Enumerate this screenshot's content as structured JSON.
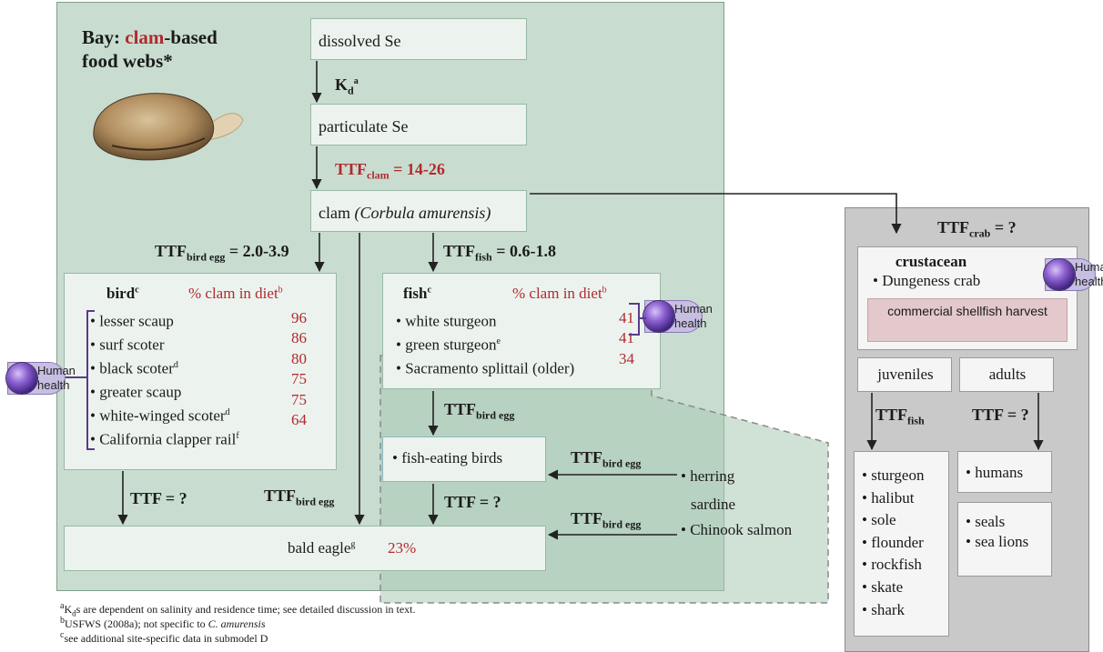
{
  "bay": {
    "title_line1_pre": "Bay: ",
    "title_line1_red": "clam",
    "title_line1_post": "-based",
    "title_line2": "food webs*"
  },
  "dissolved": "dissolved Se",
  "kd": {
    "base": "K",
    "sub": "d",
    "sup": "a"
  },
  "particulate": "particulate Se",
  "ttf_clam": {
    "base": "TTF",
    "sub": "clam",
    "value": " = 14-26"
  },
  "clam": {
    "label": "clam ",
    "species": "(Corbula amurensis)"
  },
  "ttf_bird_egg_main": {
    "base": "TTF",
    "sub": "bird egg",
    "value": " = 2.0-3.9"
  },
  "ttf_fish_main": {
    "base": "TTF",
    "sub": "fish",
    "value": " = 0.6-1.8"
  },
  "bird": {
    "header": "bird",
    "header_sup": "c",
    "diet_header": "% clam in diet",
    "diet_sup": "b",
    "items": [
      {
        "bullet": "• ",
        "name": "lesser scaup",
        "sup": ""
      },
      {
        "bullet": "• ",
        "name": "surf scoter",
        "sup": ""
      },
      {
        "bullet": "• ",
        "name": "black scoter",
        "sup": "d"
      },
      {
        "bullet": "• ",
        "name": "greater scaup",
        "sup": ""
      },
      {
        "bullet": "• ",
        "name": "white-winged scoter",
        "sup": "d"
      },
      {
        "bullet": "• ",
        "name": "California clapper rail",
        "sup": "f"
      }
    ],
    "values": [
      "96",
      "86",
      "80",
      "75",
      "75",
      "64"
    ]
  },
  "fish": {
    "header": "fish",
    "header_sup": "c",
    "diet_header": "% clam in diet",
    "diet_sup": "b",
    "items": [
      {
        "bullet": "• ",
        "name": "white sturgeon",
        "sup": ""
      },
      {
        "bullet": "• ",
        "name": "green sturgeon",
        "sup": "e"
      },
      {
        "bullet": "• ",
        "name": "Sacramento splittail (older)",
        "sup": ""
      }
    ],
    "values": [
      "41",
      "41",
      "34"
    ]
  },
  "ttf_bird_egg_center": {
    "base": "TTF",
    "sub": "bird egg"
  },
  "fish_eating_birds": "• fish-eating birds",
  "ttf_bird_egg_right1": {
    "base": "TTF",
    "sub": "bird egg"
  },
  "ttf_bird_egg_right2": {
    "base": "TTF",
    "sub": "bird egg"
  },
  "ttf_unknown_center": "TTF = ?",
  "ttf_unknown_left": "TTF = ?",
  "ttf_bird_egg_left": {
    "base": "TTF",
    "sub": "bird egg"
  },
  "forage_fish": [
    "• herring",
    "sardine",
    "• Chinook salmon"
  ],
  "bald_eagle": {
    "label": "bald eagle",
    "sup": "g",
    "value": "23%"
  },
  "human_health": {
    "line1": "Human",
    "line2": "health"
  },
  "crab": {
    "ttf": {
      "base": "TTF",
      "sub": "crab",
      "value": " = ?"
    },
    "header": "crustacean",
    "item": "• Dungeness crab",
    "harvest": "commercial shellfish harvest",
    "juveniles": "juveniles",
    "adults": "adults",
    "ttf_fish": {
      "base": "TTF",
      "sub": "fish"
    },
    "ttf_unknown": "TTF = ?",
    "predators_fish": [
      "• sturgeon",
      "• halibut",
      "• sole",
      "• flounder",
      "• rockfish",
      "• skate",
      "• shark"
    ],
    "predators_humans": "• humans",
    "predators_mammals": [
      "• seals",
      "• sea lions"
    ]
  },
  "footnotes": {
    "a_sup": "a",
    "a_k": "K",
    "a_sub": "d",
    "a_text": "s are dependent on salinity and residence time; see detailed discussion in text.",
    "b_sup": "b",
    "b_text": "USFWS (2008a); not specific to ",
    "b_ital": "C. amurensis",
    "c_sup": "c",
    "c_text": "see additional site-specific data in submodel D"
  },
  "colors": {
    "bay_panel": "#c8ddd0",
    "crab_panel": "#c9c9c9",
    "accent_red": "#b02a2f",
    "badge": "#c7bfe2",
    "harvest": "#e3c8cc"
  }
}
